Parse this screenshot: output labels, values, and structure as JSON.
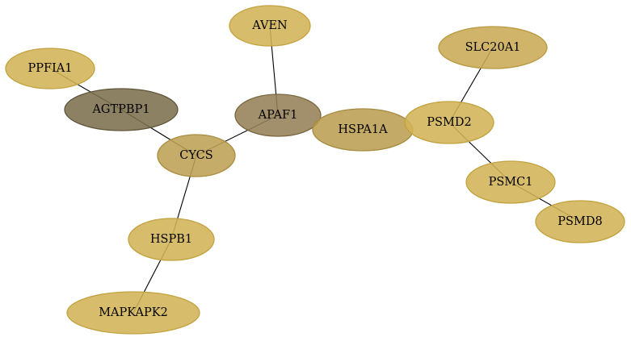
{
  "nodes": [
    {
      "id": "AVEN",
      "label": "AVEN",
      "fill": "#d2b356",
      "stroke": "#c2a23e"
    },
    {
      "id": "PPFIA1",
      "label": "PPFIA1",
      "fill": "#d2b356",
      "stroke": "#c2a23e"
    },
    {
      "id": "SLC20A1",
      "label": "SLC20A1",
      "fill": "#c8aa55",
      "stroke": "#b8993f"
    },
    {
      "id": "AGTPBP1",
      "label": "AGTPBP1",
      "fill": "#7d6f4f",
      "stroke": "#5f5439"
    },
    {
      "id": "APAF1",
      "label": "APAF1",
      "fill": "#958158",
      "stroke": "#7a6841"
    },
    {
      "id": "HSPA1A",
      "label": "HSPA1A",
      "fill": "#bc9e52",
      "stroke": "#a58a3f"
    },
    {
      "id": "PSMD2",
      "label": "PSMD2",
      "fill": "#d2b356",
      "stroke": "#c2a23e"
    },
    {
      "id": "CYCS",
      "label": "CYCS",
      "fill": "#bea054",
      "stroke": "#a88c3f"
    },
    {
      "id": "PSMC1",
      "label": "PSMC1",
      "fill": "#d2b356",
      "stroke": "#c2a23e"
    },
    {
      "id": "PSMD8",
      "label": "PSMD8",
      "fill": "#d2b356",
      "stroke": "#c2a23e"
    },
    {
      "id": "HSPB1",
      "label": "HSPB1",
      "fill": "#d2b356",
      "stroke": "#c2a23e"
    },
    {
      "id": "MAPKAPK2",
      "label": "MAPKAPK2",
      "fill": "#d2b356",
      "stroke": "#c2a23e"
    }
  ],
  "edges": [
    [
      "AVEN",
      "APAF1"
    ],
    [
      "PPFIA1",
      "AGTPBP1"
    ],
    [
      "AGTPBP1",
      "CYCS"
    ],
    [
      "CYCS",
      "APAF1"
    ],
    [
      "CYCS",
      "HSPB1"
    ],
    [
      "HSPB1",
      "MAPKAPK2"
    ],
    [
      "SLC20A1",
      "PSMD2"
    ],
    [
      "PSMD2",
      "PSMC1"
    ],
    [
      "PSMC1",
      "PSMD8"
    ]
  ]
}
